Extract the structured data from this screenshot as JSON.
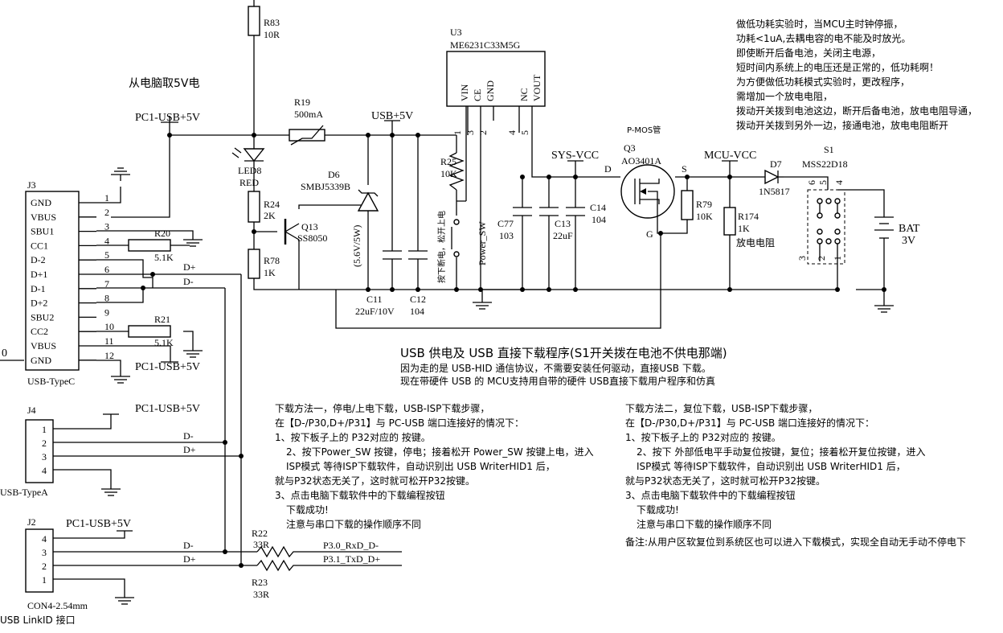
{
  "components": {
    "R83": {
      "ref": "R83",
      "value": "10R"
    },
    "R19": {
      "ref": "R19",
      "value": "500mA"
    },
    "U3": {
      "ref": "U3",
      "part": "ME6231C33M5G",
      "pins": [
        "VIN",
        "CE",
        "GND",
        "NC",
        "VOUT"
      ],
      "pin_nums": [
        "1",
        "3",
        "2",
        "4",
        "5"
      ]
    },
    "R25": {
      "ref": "R25",
      "value": "10K"
    },
    "D6": {
      "ref": "D6",
      "part": "SMBJ5339B",
      "note": "(5.6V/5W)"
    },
    "LED8": {
      "ref": "LED8",
      "value": "RED"
    },
    "R24": {
      "ref": "R24",
      "value": "2K"
    },
    "Q13": {
      "ref": "Q13",
      "part": "SS8050"
    },
    "R78": {
      "ref": "R78",
      "value": "1K"
    },
    "C11": {
      "ref": "C11",
      "value": "22uF/10V"
    },
    "C12": {
      "ref": "C12",
      "value": "104"
    },
    "C77": {
      "ref": "C77",
      "value": "103"
    },
    "C13": {
      "ref": "C13",
      "value": "22uF"
    },
    "C14": {
      "ref": "C14",
      "value": "104"
    },
    "Q3": {
      "ref": "Q3",
      "part": "AO3401A",
      "type": "P-MOS管",
      "d": "D",
      "s": "S",
      "g": "G"
    },
    "R79": {
      "ref": "R79",
      "value": "10K"
    },
    "D7": {
      "ref": "D7",
      "part": "1N5817"
    },
    "R174": {
      "ref": "R174",
      "value": "1K",
      "note": "放电电阻"
    },
    "S1": {
      "ref": "S1",
      "part": "MSS22D18",
      "pins_top": [
        "6",
        "5",
        "4"
      ],
      "pins_bottom": [
        "3",
        "2",
        "1"
      ]
    },
    "BAT": {
      "ref": "BAT",
      "value": "3V"
    },
    "R20": {
      "ref": "R20",
      "value": "5.1K"
    },
    "R21": {
      "ref": "R21",
      "value": "5.1K"
    },
    "R22": {
      "ref": "R22",
      "value": "33R"
    },
    "R23": {
      "ref": "R23",
      "value": "33R"
    },
    "power_sw": {
      "name": "Power_SW",
      "note": "按下断电，松开上电"
    }
  },
  "nets": {
    "pc_usb": "PC1-USB+5V",
    "usb5v": "USB+5V",
    "sys_vcc": "SYS-VCC",
    "mcu_vcc": "MCU-VCC",
    "dm": "D-",
    "dp": "D+",
    "p30": "P3.0_RxD_D-",
    "p31": "P3.1_TxD_D+",
    "pc_source": "从电脑取5V电",
    "edge_zero": "0"
  },
  "connectors": {
    "J3": {
      "ref": "J3",
      "name": "USB-TypeC",
      "pins": [
        {
          "num": "1",
          "name": "GND"
        },
        {
          "num": "2",
          "name": "VBUS"
        },
        {
          "num": "3",
          "name": "SBU1"
        },
        {
          "num": "4",
          "name": "CC1"
        },
        {
          "num": "5",
          "name": "D-2"
        },
        {
          "num": "6",
          "name": "D+1"
        },
        {
          "num": "7",
          "name": "D-1"
        },
        {
          "num": "8",
          "name": "D+2"
        },
        {
          "num": "9",
          "name": "SBU2"
        },
        {
          "num": "10",
          "name": "CC2"
        },
        {
          "num": "11",
          "name": "VBUS"
        },
        {
          "num": "12",
          "name": "GND"
        }
      ]
    },
    "J4": {
      "ref": "J4",
      "name": "USB-TypeA",
      "pins": [
        "1",
        "2",
        "3",
        "4"
      ]
    },
    "J2": {
      "ref": "J2",
      "name": "CON4-2.54mm",
      "pins": [
        "4",
        "3",
        "2",
        "1"
      ],
      "caption": "USB LinkID 接口"
    }
  },
  "notes": {
    "top_right": [
      "做低功耗实验时，当MCU主时钟停振，",
      "功耗<1uA,去耦电容的电不能及时放光。",
      "即使断开后备电池，关闭主电源，",
      "短时间内系统上的电压还是正常的，低功耗啊！",
      "为方便做低功耗模式实验时，更改程序，",
      "需增加一个放电电阻，",
      "拨动开关拨到电池这边，断开后备电池，放电电阻导通，",
      "拨动开关拨到另外一边，接通电池，放电电阻断开"
    ],
    "center_title": "USB 供电及 USB 直接下载程序(S1开关拨在电池不供电那端)",
    "center_lines": [
      "因为走的是 USB-HID 通信协议，不需要安装任何驱动，直接USB 下载。",
      "现在带硬件 USB 的 MCU支持用自带的硬件 USB直接下载用户程序和仿真"
    ],
    "method1": [
      "下载方法一，停电/上电下载，USB-ISP下载步骤，",
      "在【D-/P30,D+/P31】与 PC-USB 端口连接好的情况下：",
      "1、按下板子上的 P32对应的 按键。",
      "2、按下Power_SW 按键，停电；接着松开 Power_SW 按键上电，进入",
      "ISP模式 等待ISP下载软件，自动识别出 USB WriterHID1 后，",
      "就与P32状态无关了，这时就可松开P32按键。",
      "3、点击电脑下载软件中的下载编程按钮",
      "下载成功!",
      "注意与串口下载的操作顺序不同"
    ],
    "method2": [
      "下载方法二，复位下载，USB-ISP下载步骤，",
      "在【D-/P30,D+/P31】与 PC-USB 端口连接好的情况下：",
      "1、按下板子上的 P32对应的 按键。",
      "2、按下 外部低电平手动复位按键，复位；接着松开复位按键，进入",
      "ISP模式 等待ISP下载软件，自动识别出 USB WriterHID1 后，",
      "就与P32状态无关了，这时就可松开P32按键。",
      "3、点击电脑下载软件中的下载编程按钮",
      "下载成功!",
      "注意与串口下载的操作顺序不同"
    ],
    "footer": "备注:从用户区软复位到系统区也可以进入下载模式，实现全自动无手动不停电下"
  }
}
